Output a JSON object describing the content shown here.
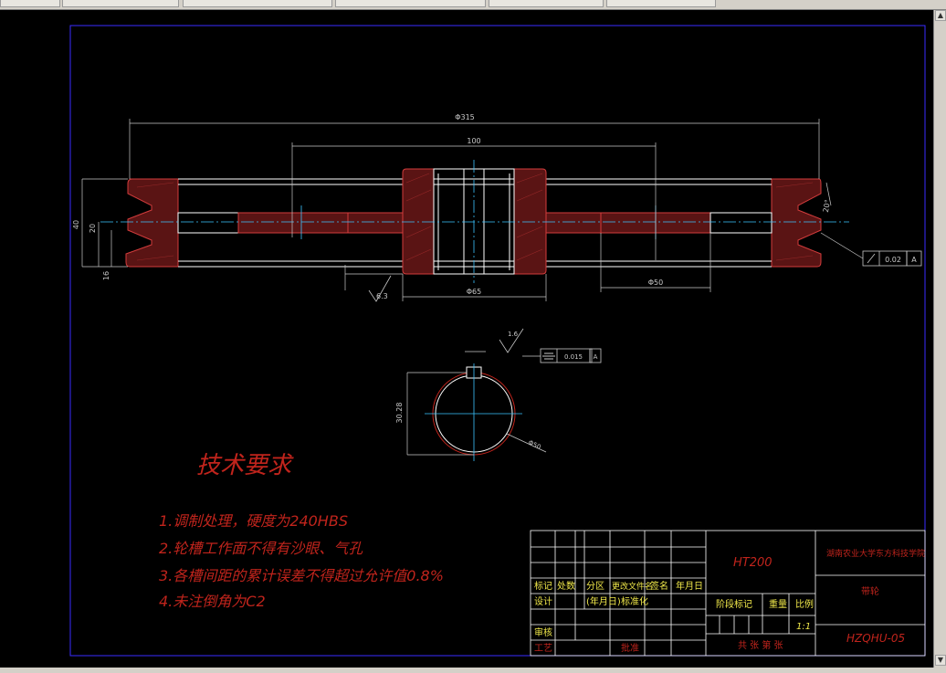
{
  "window": {
    "taskbar_items": [
      "",
      "",
      "",
      "",
      "",
      ""
    ]
  },
  "drawing": {
    "dimensions": {
      "outer_dia": "Φ315",
      "hub_len": "100",
      "hub_dia": "Φ65",
      "bore_dia": "Φ50",
      "groove_left1": "40",
      "groove_left2": "20",
      "groove_left3": "16",
      "groove_right": "20°",
      "roughness_main": "6.3",
      "runout_tol": "0.02",
      "runout_datum": "A",
      "keyway_roughness": "1.6",
      "sym_tol": "0.015",
      "sym_datum": "A",
      "bore_side": "30.28",
      "bore_callout": "Φ50"
    },
    "tech_title": "技术要求",
    "tech_notes": [
      "1.调制处理，硬度为240HBS",
      "2.轮槽工作面不得有沙眼、气孔",
      "3.各槽间距的累计误差不得超过允许值0.8%",
      "4.未注倒角为C2"
    ],
    "title_block": {
      "material": "HT200",
      "school": "湖南农业大学东方科技学院",
      "part_name": "带轮",
      "headers": [
        "标记",
        "处数",
        "分区",
        "更改文件名",
        "签名",
        "年月日"
      ],
      "row2": [
        "设计",
        "",
        "(年月日)",
        "标准化"
      ],
      "stage_label": "阶段标记",
      "weight_label": "重量",
      "scale_label": "比例",
      "scale_value": "1:1",
      "review": "审核",
      "process": "工艺",
      "approve": "批准",
      "sheet_text": "共  张  第  张",
      "drawing_no": "HZQHU-05"
    }
  },
  "colors": {
    "border": "#3a2cff",
    "outline": "#ffffff",
    "dim": "#c8c8c8",
    "hatch": "#d23c3c",
    "center": "#3bc4ff",
    "text_red": "#c0241c",
    "table": "#f0e84a"
  }
}
